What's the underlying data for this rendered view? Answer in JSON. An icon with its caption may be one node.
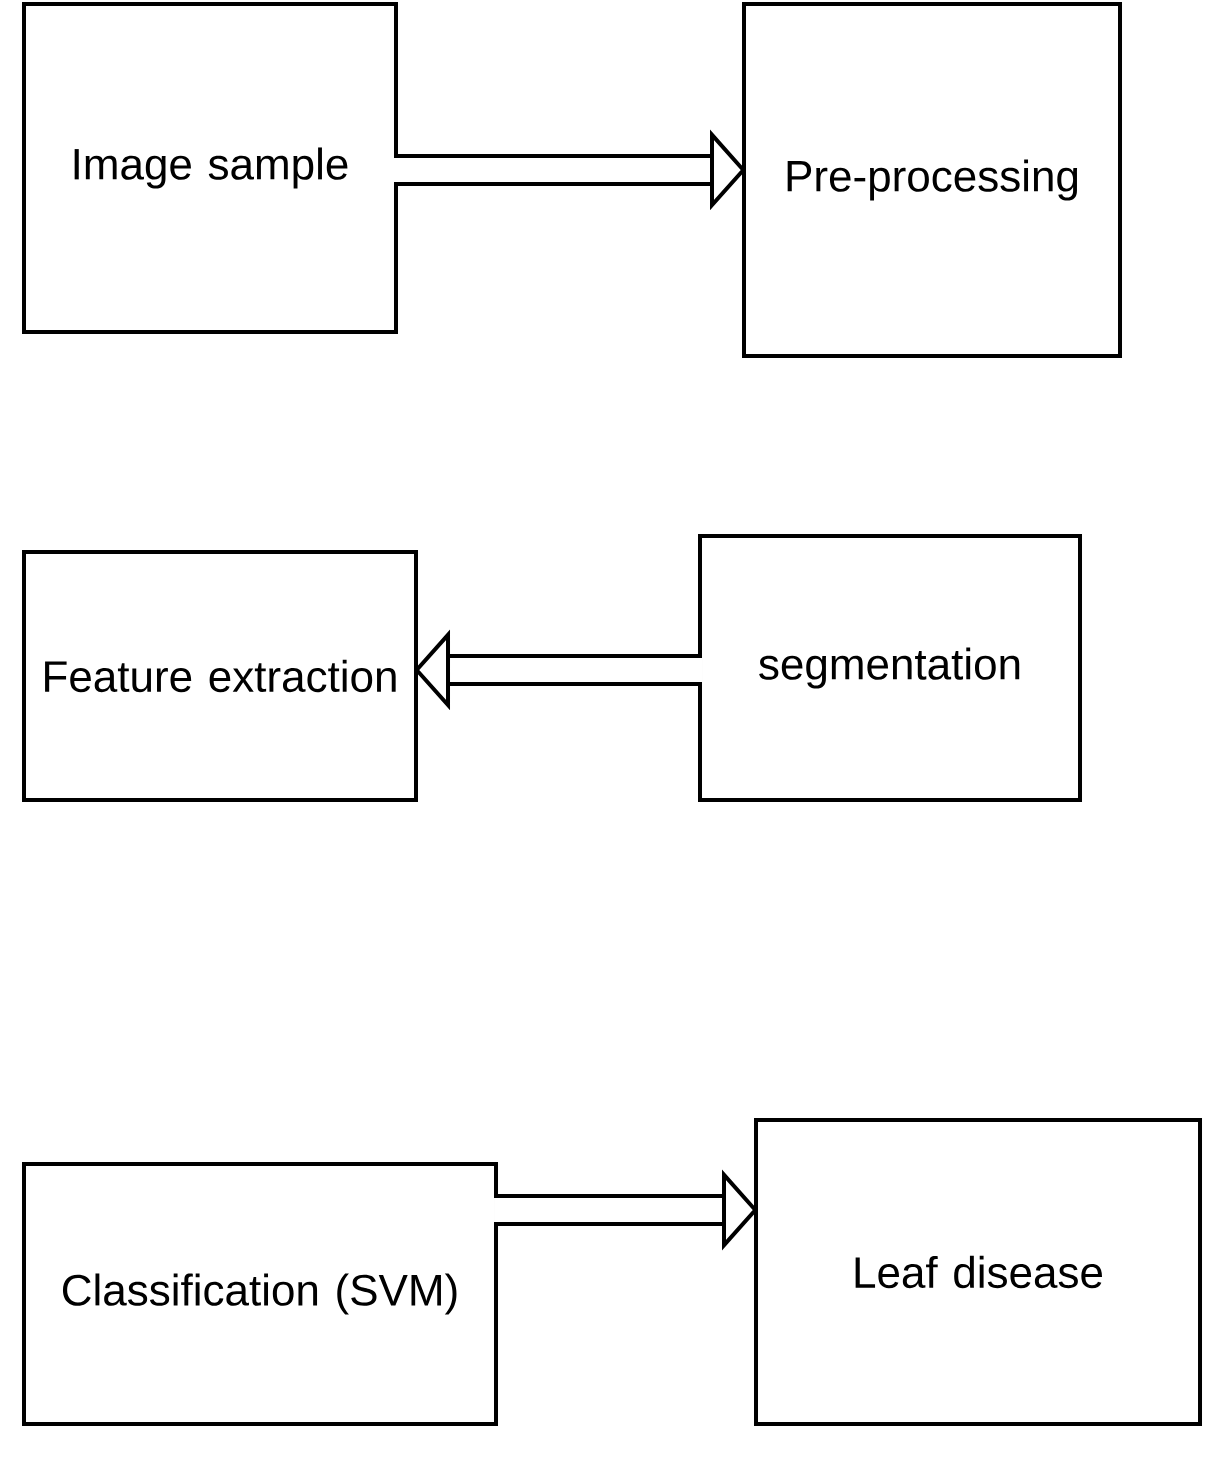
{
  "diagram": {
    "nodes": [
      {
        "text": [
          "Image sample"
        ]
      },
      {
        "text": [
          "Pre-processing"
        ]
      },
      {
        "text": [
          "Feature extraction"
        ]
      },
      {
        "text": [
          "segmentation"
        ]
      },
      {
        "text": [
          "Classification (SVM)"
        ]
      },
      {
        "text": [
          "Leaf disease"
        ]
      }
    ],
    "edges": [
      {
        "from": 0,
        "to": 1,
        "arrow": "to"
      },
      {
        "from": 3,
        "to": 2,
        "arrow": "to"
      },
      {
        "from": 4,
        "to": 5,
        "arrow": "to"
      }
    ]
  }
}
